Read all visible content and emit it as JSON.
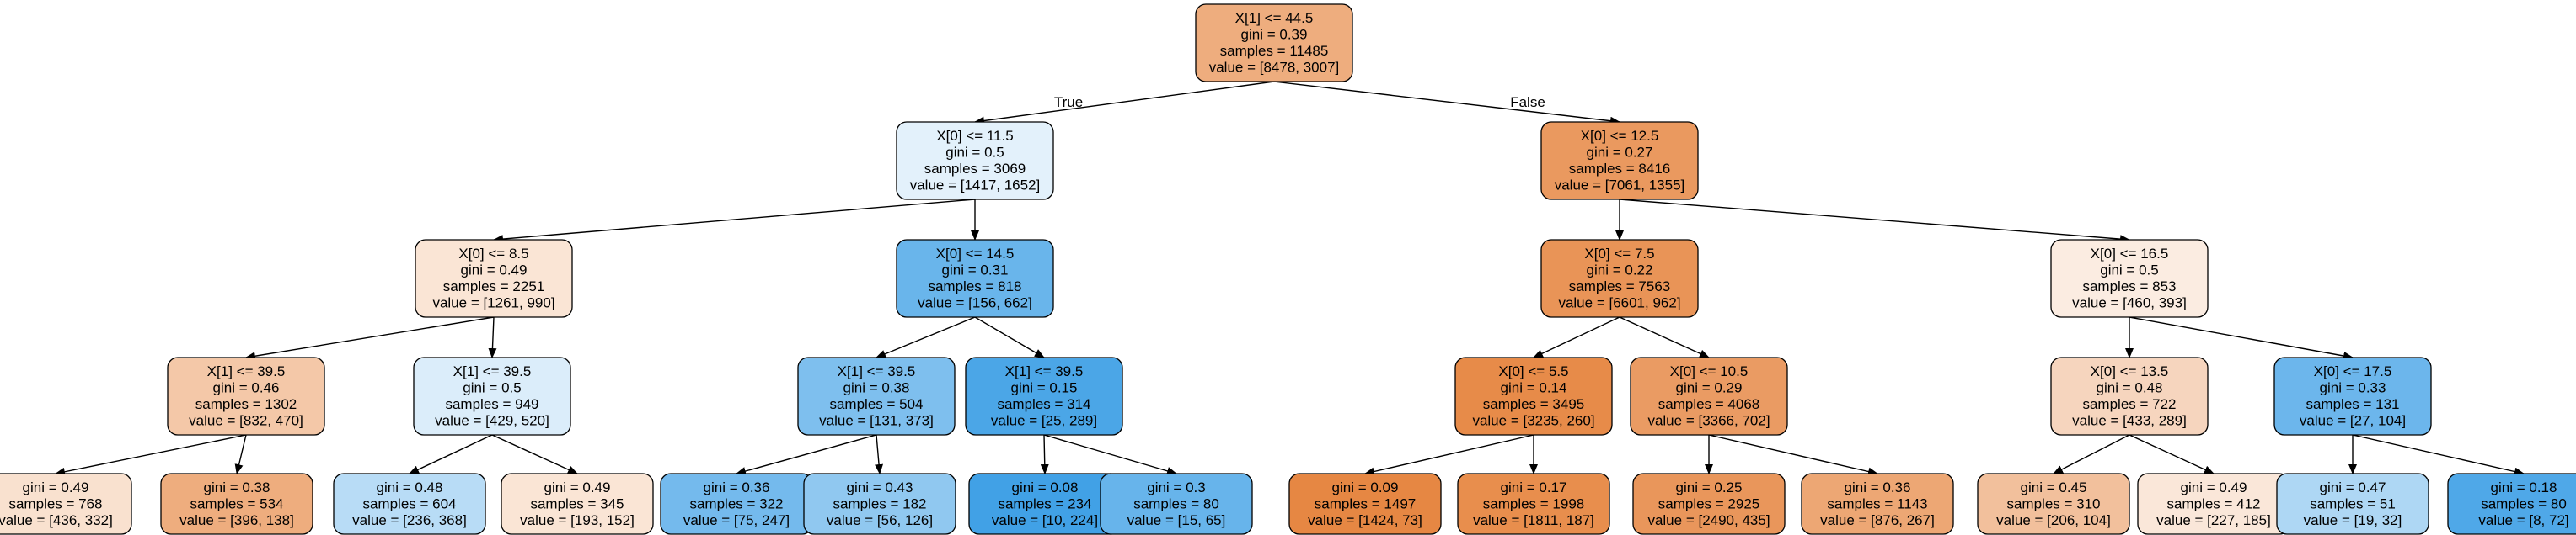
{
  "tree": {
    "edge_labels": {
      "true_label": "True",
      "false_label": "False"
    },
    "colors": {
      "orange": "#e58139",
      "blue": "#399de5",
      "border": "#000000",
      "edge": "#000000"
    },
    "nodes": [
      {
        "id": "n0",
        "lines": [
          "X[1] <= 44.5",
          "gini = 0.39",
          "samples = 11485",
          "value = [8478, 3007]"
        ],
        "class": "orange",
        "purity": 0.65
      },
      {
        "id": "n1",
        "lines": [
          "X[0] <= 11.5",
          "gini = 0.5",
          "samples = 3069",
          "value = [1417, 1652]"
        ],
        "class": "blue",
        "purity": 0.14
      },
      {
        "id": "n2",
        "lines": [
          "X[0] <= 8.5",
          "gini = 0.49",
          "samples = 2251",
          "value = [1261, 990]"
        ],
        "class": "orange",
        "purity": 0.21
      },
      {
        "id": "n3",
        "lines": [
          "X[1] <= 39.5",
          "gini = 0.46",
          "samples = 1302",
          "value = [832, 470]"
        ],
        "class": "orange",
        "purity": 0.44
      },
      {
        "id": "n4",
        "lines": [
          "gini = 0.49",
          "samples = 768",
          "value = [436, 332]"
        ],
        "class": "orange",
        "purity": 0.24
      },
      {
        "id": "n5",
        "lines": [
          "gini = 0.38",
          "samples = 534",
          "value = [396, 138]"
        ],
        "class": "orange",
        "purity": 0.65
      },
      {
        "id": "n6",
        "lines": [
          "X[1] <= 39.5",
          "gini = 0.5",
          "samples = 949",
          "value = [429, 520]"
        ],
        "class": "blue",
        "purity": 0.18
      },
      {
        "id": "n7",
        "lines": [
          "gini = 0.48",
          "samples = 604",
          "value = [236, 368]"
        ],
        "class": "blue",
        "purity": 0.36
      },
      {
        "id": "n8",
        "lines": [
          "gini = 0.49",
          "samples = 345",
          "value = [193, 152]"
        ],
        "class": "orange",
        "purity": 0.21
      },
      {
        "id": "n9",
        "lines": [
          "X[0] <= 14.5",
          "gini = 0.31",
          "samples = 818",
          "value = [156, 662]"
        ],
        "class": "blue",
        "purity": 0.76
      },
      {
        "id": "n10",
        "lines": [
          "X[1] <= 39.5",
          "gini = 0.38",
          "samples = 504",
          "value = [131, 373]"
        ],
        "class": "blue",
        "purity": 0.65
      },
      {
        "id": "n11",
        "lines": [
          "gini = 0.36",
          "samples = 322",
          "value = [75, 247]"
        ],
        "class": "blue",
        "purity": 0.7
      },
      {
        "id": "n12",
        "lines": [
          "gini = 0.43",
          "samples = 182",
          "value = [56, 126]"
        ],
        "class": "blue",
        "purity": 0.56
      },
      {
        "id": "n13",
        "lines": [
          "X[1] <= 39.5",
          "gini = 0.15",
          "samples = 314",
          "value = [25, 289]"
        ],
        "class": "blue",
        "purity": 0.91
      },
      {
        "id": "n14",
        "lines": [
          "gini = 0.08",
          "samples = 234",
          "value = [10, 224]"
        ],
        "class": "blue",
        "purity": 0.96
      },
      {
        "id": "n15",
        "lines": [
          "gini = 0.3",
          "samples = 80",
          "value = [15, 65]"
        ],
        "class": "blue",
        "purity": 0.77
      },
      {
        "id": "n16",
        "lines": [
          "X[0] <= 12.5",
          "gini = 0.27",
          "samples = 8416",
          "value = [7061, 1355]"
        ],
        "class": "orange",
        "purity": 0.81
      },
      {
        "id": "n17",
        "lines": [
          "X[0] <= 7.5",
          "gini = 0.22",
          "samples = 7563",
          "value = [6601, 962]"
        ],
        "class": "orange",
        "purity": 0.85
      },
      {
        "id": "n18",
        "lines": [
          "X[0] <= 5.5",
          "gini = 0.14",
          "samples = 3495",
          "value = [3235, 260]"
        ],
        "class": "orange",
        "purity": 0.92
      },
      {
        "id": "n19",
        "lines": [
          "gini = 0.09",
          "samples = 1497",
          "value = [1424, 73]"
        ],
        "class": "orange",
        "purity": 0.95
      },
      {
        "id": "n20",
        "lines": [
          "gini = 0.17",
          "samples = 1998",
          "value = [1811, 187]"
        ],
        "class": "orange",
        "purity": 0.9
      },
      {
        "id": "n21",
        "lines": [
          "X[0] <= 10.5",
          "gini = 0.29",
          "samples = 4068",
          "value = [3366, 702]"
        ],
        "class": "orange",
        "purity": 0.79
      },
      {
        "id": "n22",
        "lines": [
          "gini = 0.25",
          "samples = 2925",
          "value = [2490, 435]"
        ],
        "class": "orange",
        "purity": 0.83
      },
      {
        "id": "n23",
        "lines": [
          "gini = 0.36",
          "samples = 1143",
          "value = [876, 267]"
        ],
        "class": "orange",
        "purity": 0.7
      },
      {
        "id": "n24",
        "lines": [
          "X[0] <= 16.5",
          "gini = 0.5",
          "samples = 853",
          "value = [460, 393]"
        ],
        "class": "orange",
        "purity": 0.15
      },
      {
        "id": "n25",
        "lines": [
          "X[0] <= 13.5",
          "gini = 0.48",
          "samples = 722",
          "value = [433, 289]"
        ],
        "class": "orange",
        "purity": 0.33
      },
      {
        "id": "n26",
        "lines": [
          "gini = 0.45",
          "samples = 310",
          "value = [206, 104]"
        ],
        "class": "orange",
        "purity": 0.5
      },
      {
        "id": "n27",
        "lines": [
          "gini = 0.49",
          "samples = 412",
          "value = [227, 185]"
        ],
        "class": "orange",
        "purity": 0.19
      },
      {
        "id": "n28",
        "lines": [
          "X[0] <= 17.5",
          "gini = 0.33",
          "samples = 131",
          "value = [27, 104]"
        ],
        "class": "blue",
        "purity": 0.74
      },
      {
        "id": "n29",
        "lines": [
          "gini = 0.47",
          "samples = 51",
          "value = [19, 32]"
        ],
        "class": "blue",
        "purity": 0.41
      },
      {
        "id": "n30",
        "lines": [
          "gini = 0.18",
          "samples = 80",
          "value = [8, 72]"
        ],
        "class": "blue",
        "purity": 0.89
      }
    ],
    "edges": [
      {
        "from": "n0",
        "to": "n1",
        "label": "true_label"
      },
      {
        "from": "n0",
        "to": "n16",
        "label": "false_label"
      },
      {
        "from": "n1",
        "to": "n2"
      },
      {
        "from": "n1",
        "to": "n9"
      },
      {
        "from": "n2",
        "to": "n3"
      },
      {
        "from": "n2",
        "to": "n6"
      },
      {
        "from": "n3",
        "to": "n4"
      },
      {
        "from": "n3",
        "to": "n5"
      },
      {
        "from": "n6",
        "to": "n7"
      },
      {
        "from": "n6",
        "to": "n8"
      },
      {
        "from": "n9",
        "to": "n10"
      },
      {
        "from": "n9",
        "to": "n13"
      },
      {
        "from": "n10",
        "to": "n11"
      },
      {
        "from": "n10",
        "to": "n12"
      },
      {
        "from": "n13",
        "to": "n14"
      },
      {
        "from": "n13",
        "to": "n15"
      },
      {
        "from": "n16",
        "to": "n17"
      },
      {
        "from": "n16",
        "to": "n24"
      },
      {
        "from": "n17",
        "to": "n18"
      },
      {
        "from": "n17",
        "to": "n21"
      },
      {
        "from": "n18",
        "to": "n19"
      },
      {
        "from": "n18",
        "to": "n20"
      },
      {
        "from": "n21",
        "to": "n22"
      },
      {
        "from": "n21",
        "to": "n23"
      },
      {
        "from": "n24",
        "to": "n25"
      },
      {
        "from": "n24",
        "to": "n28"
      },
      {
        "from": "n25",
        "to": "n26"
      },
      {
        "from": "n25",
        "to": "n27"
      },
      {
        "from": "n28",
        "to": "n29"
      },
      {
        "from": "n28",
        "to": "n30"
      }
    ]
  }
}
